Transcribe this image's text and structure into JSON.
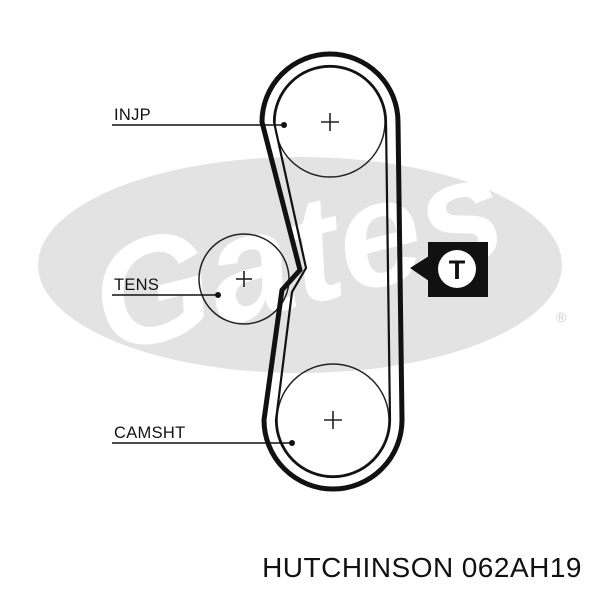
{
  "labels": {
    "injp": "INJP",
    "tens": "TENS",
    "camsht": "CAMSHT",
    "tensioner_marker": "T"
  },
  "footer": {
    "brand": "HUTCHINSON",
    "part_number": "062AH19"
  },
  "watermark": {
    "brand_text": "Gates",
    "registered_mark": "®"
  },
  "colors": {
    "belt": "#111111",
    "pulley": "#222222",
    "watermark": "#e3e3e3",
    "text": "#111111"
  }
}
